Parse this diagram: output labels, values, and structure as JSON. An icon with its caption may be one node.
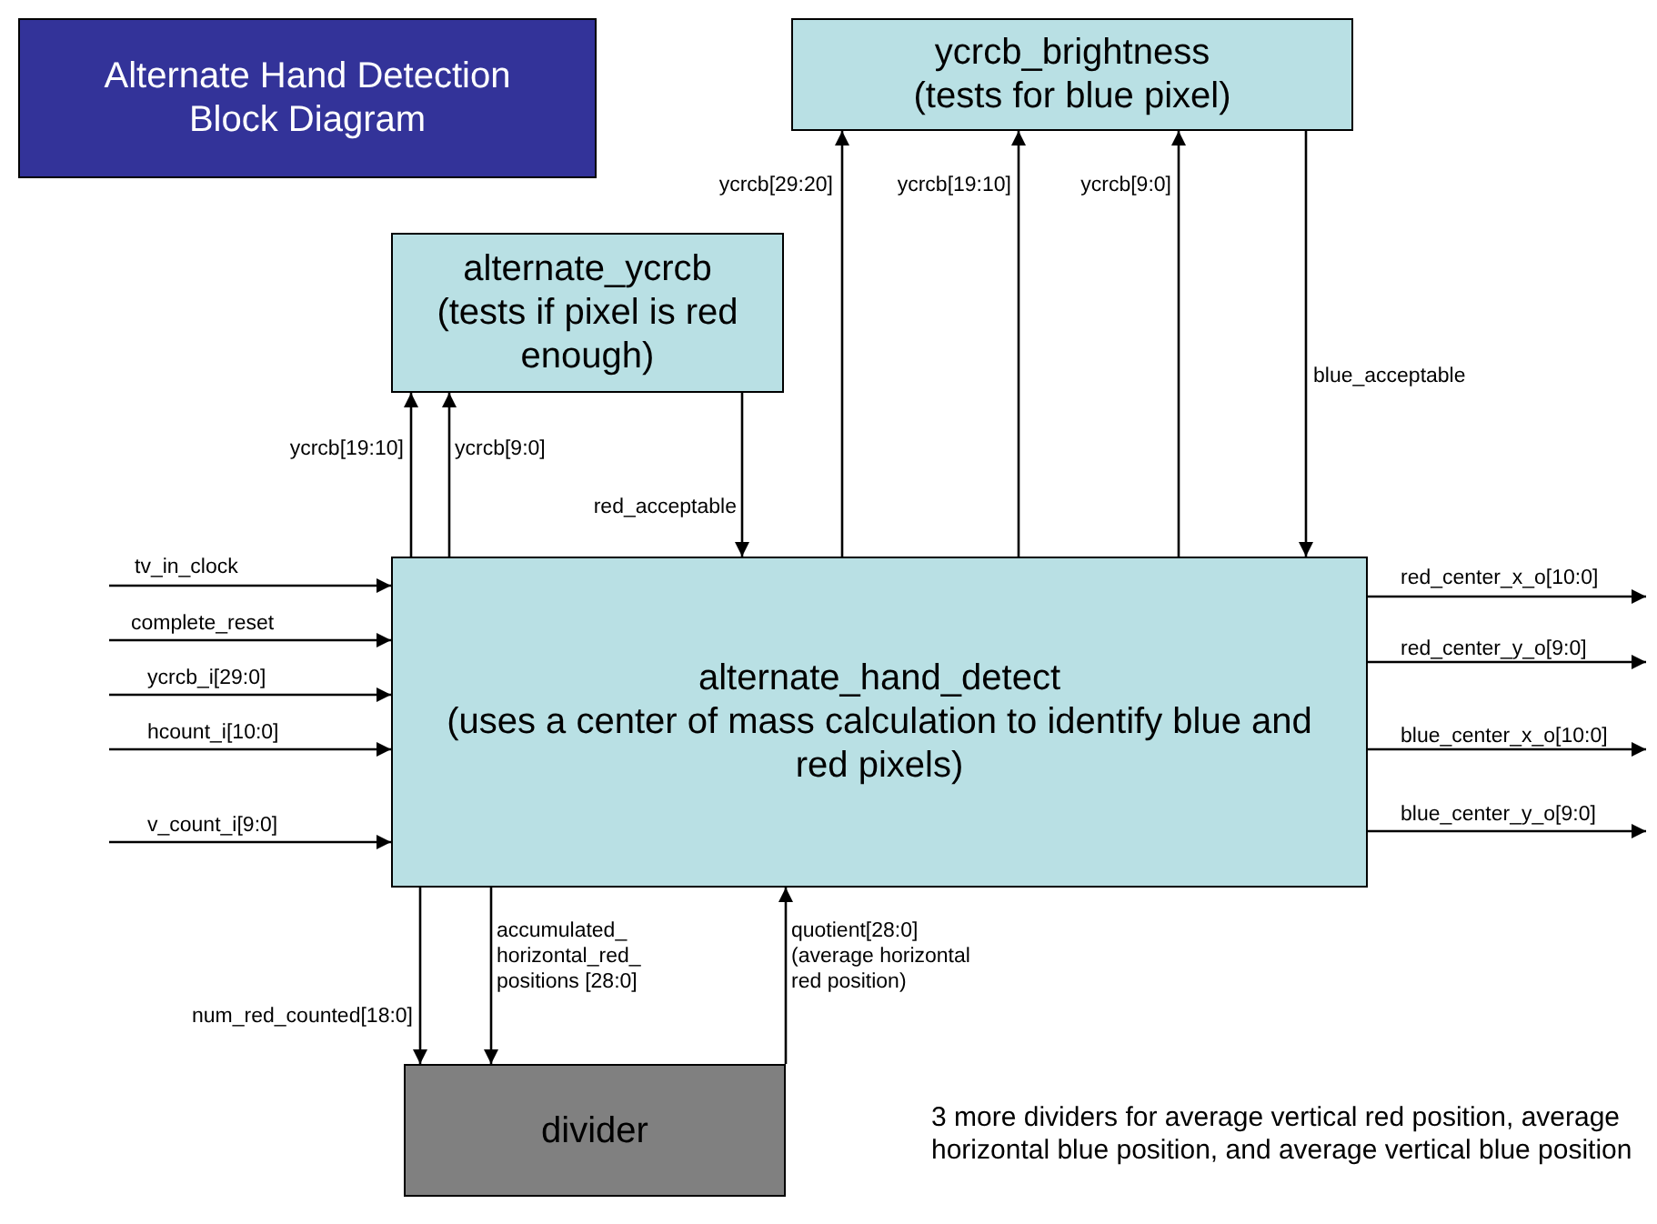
{
  "diagram": {
    "nodes": [
      {
        "text": [
          "Alternate Hand Detection Block Diagram"
        ]
      },
      {
        "text": [
          "ycrcb_brightness",
          "(tests for blue pixel)"
        ]
      },
      {
        "text": [
          "alternate_ycrcb",
          "(tests if pixel is red enough)"
        ]
      },
      {
        "text": [
          "alternate_hand_detect",
          "(uses a center of mass calculation to identify blue and red pixels)"
        ]
      },
      {
        "text": [
          "divider"
        ]
      }
    ],
    "edges": [
      {
        "from": 3,
        "to": 1,
        "arrow": "to",
        "label": "ycrcb[29:20]"
      },
      {
        "from": 3,
        "to": 1,
        "arrow": "to",
        "label": "ycrcb[19:10]"
      },
      {
        "from": 3,
        "to": 1,
        "arrow": "to",
        "label": "ycrcb[9:0]"
      },
      {
        "from": 1,
        "to": 3,
        "arrow": "to",
        "label": "blue_acceptable"
      },
      {
        "from": 3,
        "to": 2,
        "arrow": "to",
        "label": "ycrcb[19:10]"
      },
      {
        "from": 3,
        "to": 2,
        "arrow": "to",
        "label": "ycrcb[9:0]"
      },
      {
        "from": 2,
        "to": 3,
        "arrow": "to",
        "label": "red_acceptable"
      },
      {
        "from": null,
        "to": 3,
        "arrow": "to",
        "label": "tv_in_clock"
      },
      {
        "from": null,
        "to": 3,
        "arrow": "to",
        "label": "complete_reset"
      },
      {
        "from": null,
        "to": 3,
        "arrow": "to",
        "label": "ycrcb_i[29:0]"
      },
      {
        "from": null,
        "to": 3,
        "arrow": "to",
        "label": "hcount_i[10:0]"
      },
      {
        "from": null,
        "to": 3,
        "arrow": "to",
        "label": "v_count_i[9:0]"
      },
      {
        "from": 3,
        "to": null,
        "arrow": "to",
        "label": "red_center_x_o[10:0]"
      },
      {
        "from": 3,
        "to": null,
        "arrow": "to",
        "label": "red_center_y_o[9:0]"
      },
      {
        "from": 3,
        "to": null,
        "arrow": "to",
        "label": "blue_center_x_o[10:0]"
      },
      {
        "from": 3,
        "to": null,
        "arrow": "to",
        "label": "blue_center_y_o[9:0]"
      },
      {
        "from": 3,
        "to": 4,
        "arrow": "to",
        "label": "num_red_counted[18:0]"
      },
      {
        "from": 3,
        "to": 4,
        "arrow": "to",
        "label": "accumulated_ horizontal_red_ positions [28:0]"
      },
      {
        "from": 4,
        "to": 3,
        "arrow": "to",
        "label": "quotient[28:0] (average horizontal red position)"
      }
    ],
    "labels": [
      "3 more dividers for average vertical red position, average horizontal blue position, and average vertical blue position"
    ]
  }
}
